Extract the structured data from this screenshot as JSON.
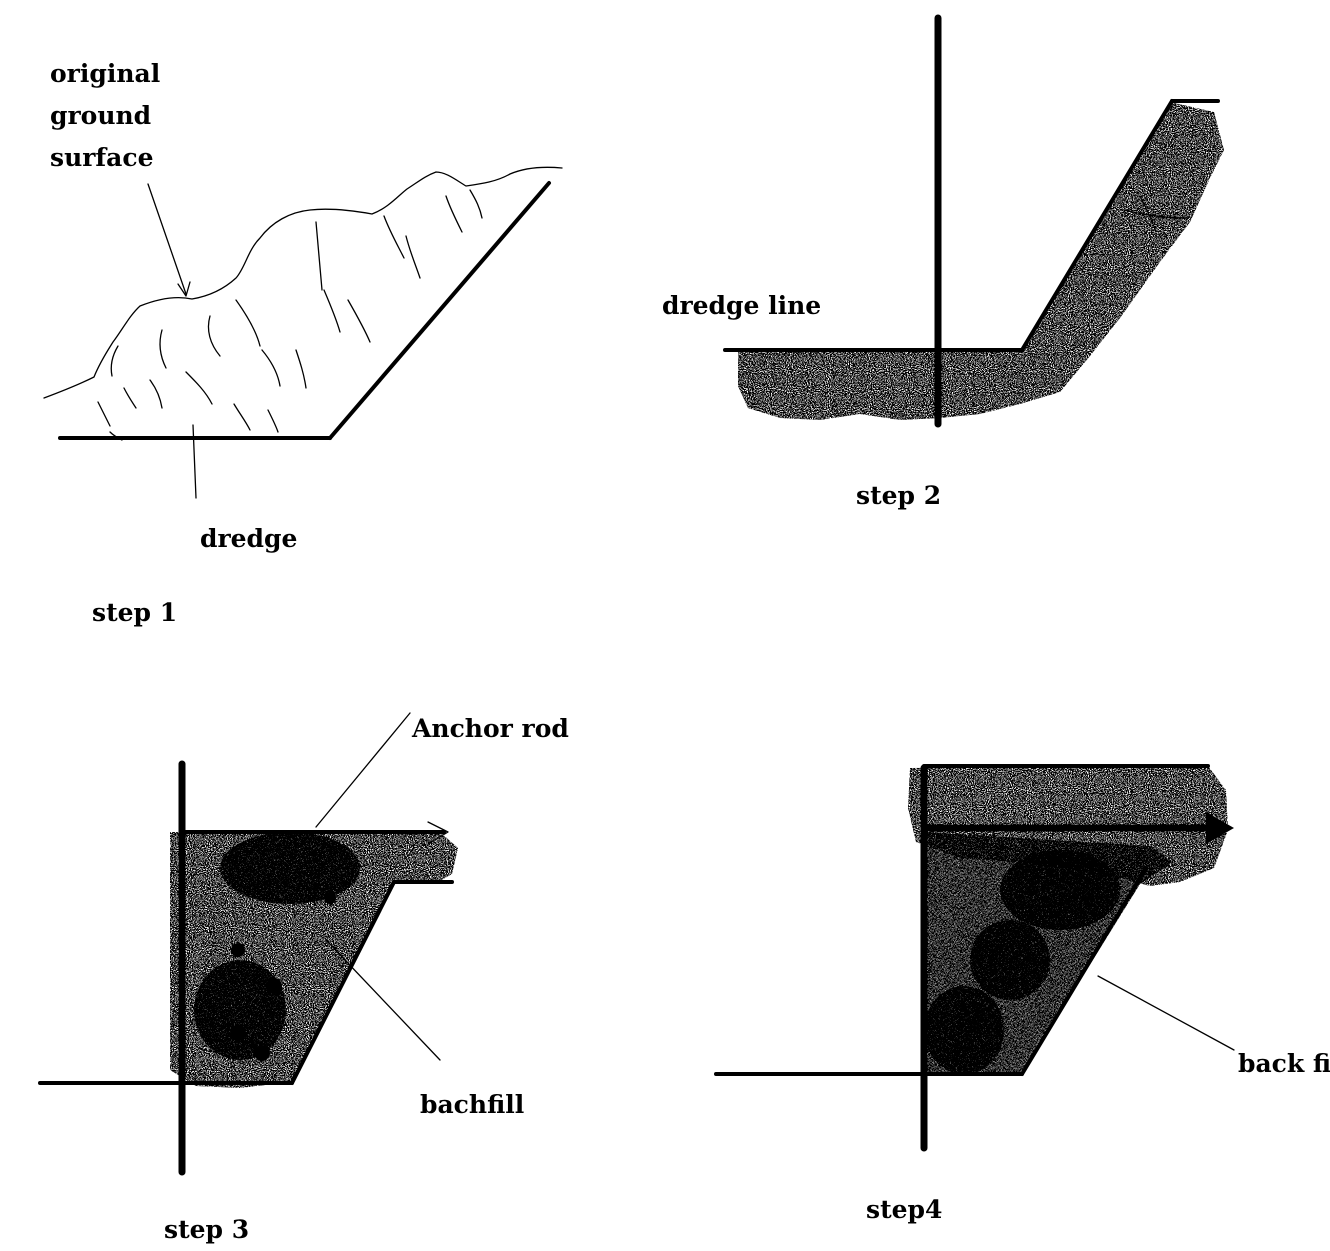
{
  "step1": {
    "caption": "step 1",
    "label_original_ground_surface": [
      "original",
      "ground",
      "surface"
    ],
    "label_dredge": "dredge"
  },
  "step2": {
    "caption": "step 2",
    "label_dredge_line": "dredge line"
  },
  "step3": {
    "caption": "step 3",
    "label_anchor_rod": "Anchor rod",
    "label_backfill": "bachfill"
  },
  "step4": {
    "caption": "step4",
    "label_backfill": "back fill"
  }
}
